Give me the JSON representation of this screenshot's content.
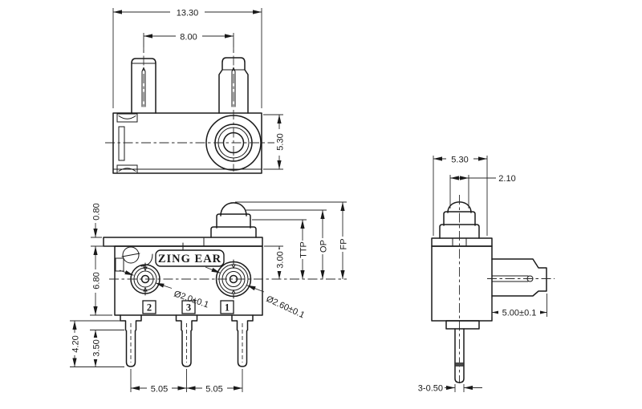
{
  "drawing": {
    "background": "#ffffff",
    "line_color": "#1a1a1a",
    "brand": "ZING EAR",
    "terminals": [
      "2",
      "3",
      "1"
    ],
    "dimensions": {
      "top_view": {
        "overall_width": "13.30",
        "pin_spacing": "8.00",
        "boss_diameter": "5.30"
      },
      "front_view": {
        "cover_thickness": "0.80",
        "body_height": "6.80",
        "terminal_length": "4.20",
        "terminal_narrow_length": "3.50",
        "terminal_pitch_left": "5.05",
        "terminal_pitch_right": "5.05",
        "button_center_offset": "3.00",
        "total_travel_position": "TTP",
        "operating_position": "OP",
        "free_position": "FP",
        "hole_diameter_small": "Ø2.0±0.1",
        "hole_diameter_large": "Ø2.60±0.1"
      },
      "side_view": {
        "body_width": "5.30",
        "button_diameter": "2.10",
        "lever_length": "5.00±0.1",
        "terminal_thickness": "3-0.50"
      }
    }
  }
}
